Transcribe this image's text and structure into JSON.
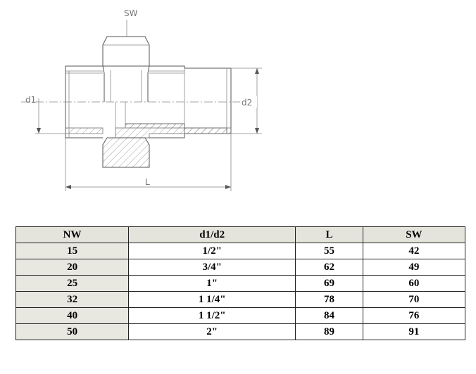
{
  "drawing": {
    "labels": {
      "sw": "SW",
      "d1": "d1",
      "d2": "d2",
      "l": "L"
    }
  },
  "table": {
    "headers": [
      "NW",
      "d1/d2",
      "L",
      "SW"
    ],
    "rows": [
      [
        "15",
        "1/2\"",
        "55",
        "42"
      ],
      [
        "20",
        "3/4\"",
        "62",
        "49"
      ],
      [
        "25",
        "1\"",
        "69",
        "60"
      ],
      [
        "32",
        "1 1/4\"",
        "78",
        "70"
      ],
      [
        "40",
        "1 1/2\"",
        "84",
        "76"
      ],
      [
        "50",
        "2\"",
        "89",
        "91"
      ]
    ]
  }
}
